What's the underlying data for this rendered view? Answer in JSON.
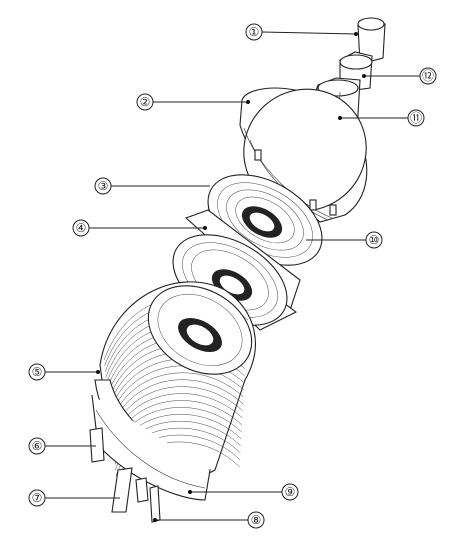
{
  "figure": {
    "callouts": [
      {
        "id": "c1",
        "label": "①"
      },
      {
        "id": "c2",
        "label": "②"
      },
      {
        "id": "c3",
        "label": "③"
      },
      {
        "id": "c4",
        "label": "④"
      },
      {
        "id": "c5",
        "label": "⑤"
      },
      {
        "id": "c6",
        "label": "⑥"
      },
      {
        "id": "c7",
        "label": "⑦"
      },
      {
        "id": "c8",
        "label": "⑧"
      },
      {
        "id": "c9",
        "label": "⑨"
      },
      {
        "id": "c10",
        "label": "⑩"
      },
      {
        "id": "c11",
        "label": "⑪"
      },
      {
        "id": "c12",
        "label": "⑫"
      }
    ]
  }
}
